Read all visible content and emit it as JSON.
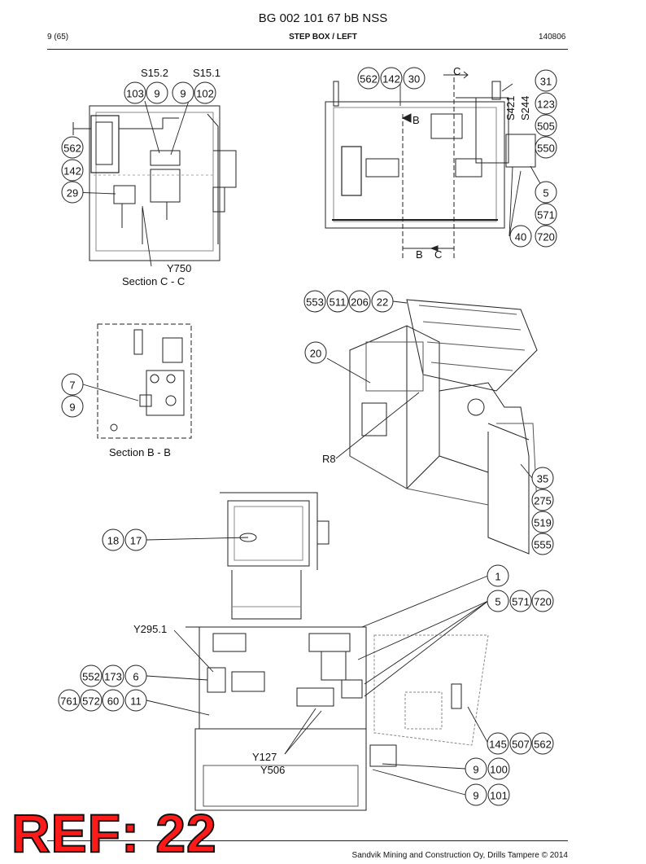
{
  "header": {
    "doc_title": "BG 002 101 67 bB NSS",
    "page": "9 (65)",
    "section": "STEP BOX / LEFT",
    "code": "140806"
  },
  "labels": {
    "s152": "S15.2",
    "s151": "S15.1",
    "c_top": "C",
    "b_top": "B",
    "s421": "S421",
    "s244": "S244",
    "bc_b": "B",
    "bc_c": "C",
    "y750": "Y750",
    "section_cc": "Section C - C",
    "section_bb": "Section B - B",
    "r8": "R8",
    "y295": "Y295.1",
    "y127": "Y127",
    "y506": "Y506"
  },
  "bubbles": [
    "562",
    "142",
    "30",
    "31",
    "123",
    "505",
    "550",
    "5",
    "571",
    "40",
    "720",
    "103",
    "9",
    "9",
    "102",
    "562",
    "142",
    "29",
    "553",
    "511",
    "206",
    "22",
    "20",
    "7",
    "9",
    "35",
    "275",
    "519",
    "555",
    "18",
    "17",
    "1",
    "5",
    "571",
    "720",
    "552",
    "173",
    "6",
    "761",
    "572",
    "60",
    "11",
    "145",
    "507",
    "562",
    "9",
    "100",
    "9",
    "101"
  ],
  "stamp": {
    "text": "REF: 22"
  },
  "footer": {
    "text": "Sandvik Mining and Construction Oy, Drills Tampere © 2014"
  },
  "colors": {
    "stamp_red": "#ff1a1a",
    "line": "#222222"
  }
}
